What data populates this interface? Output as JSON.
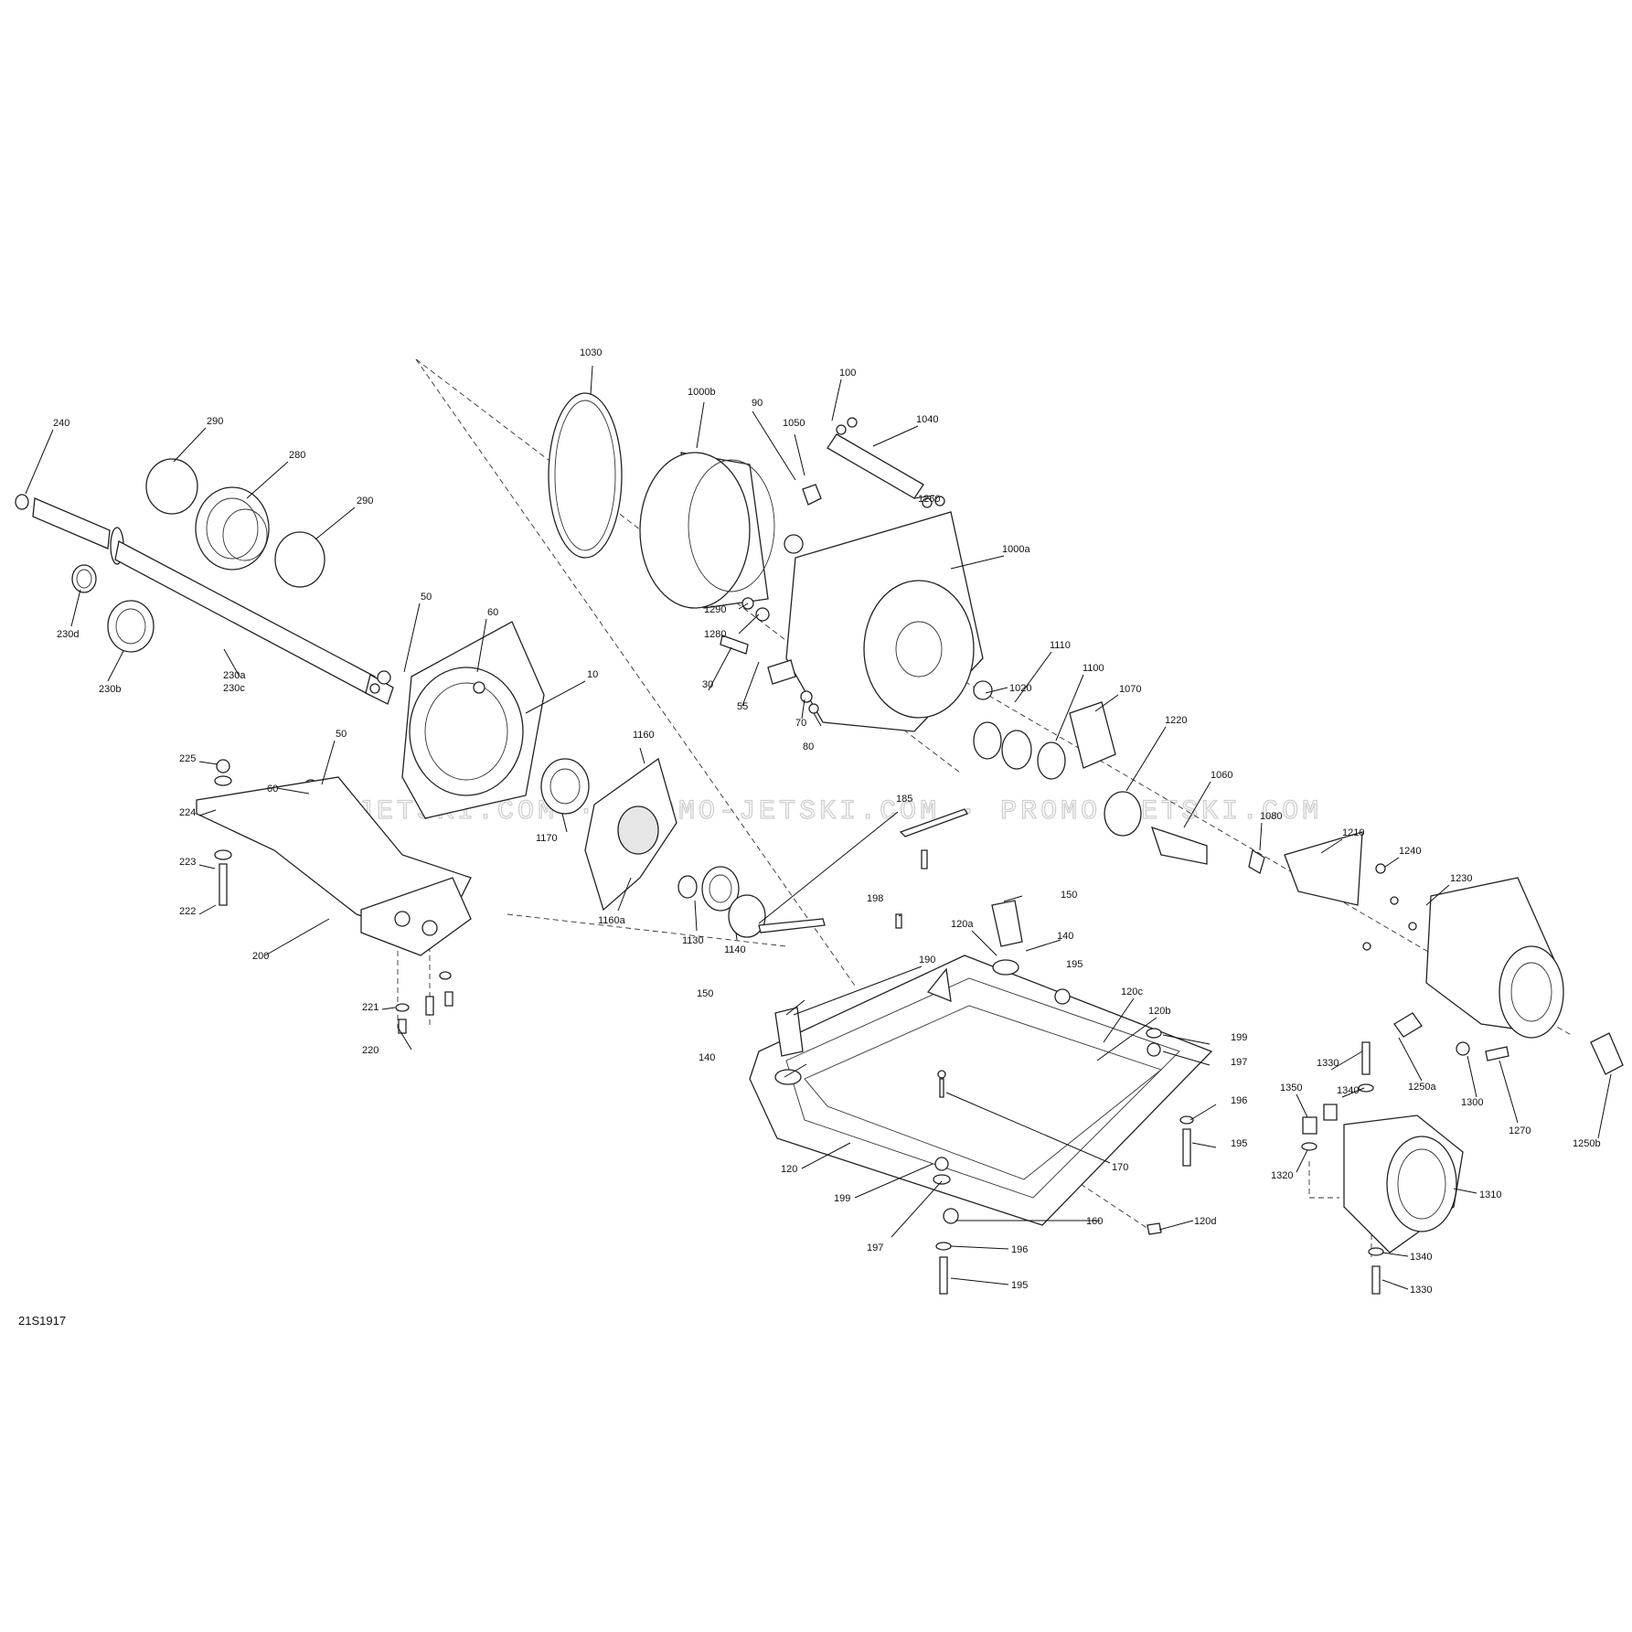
{
  "diagram": {
    "drawing_code": "21S1917",
    "watermark": "JETSKI.COM · PROMO-JETSKI.COM · PROMO-JETSKI.COM",
    "callouts": [
      {
        "id": "240",
        "text": "240"
      },
      {
        "id": "290a",
        "text": "290"
      },
      {
        "id": "280",
        "text": "280"
      },
      {
        "id": "290b",
        "text": "290"
      },
      {
        "id": "230d",
        "text": "230d"
      },
      {
        "id": "230b",
        "text": "230b"
      },
      {
        "id": "230a",
        "text": "230a"
      },
      {
        "id": "230c",
        "text": "230c"
      },
      {
        "id": "50a",
        "text": "50"
      },
      {
        "id": "60a",
        "text": "60"
      },
      {
        "id": "10",
        "text": "10"
      },
      {
        "id": "50b",
        "text": "50"
      },
      {
        "id": "60b",
        "text": "60"
      },
      {
        "id": "225",
        "text": "225"
      },
      {
        "id": "224",
        "text": "224"
      },
      {
        "id": "223",
        "text": "223"
      },
      {
        "id": "222",
        "text": "222"
      },
      {
        "id": "200",
        "text": "200"
      },
      {
        "id": "221",
        "text": "221"
      },
      {
        "id": "220",
        "text": "220"
      },
      {
        "id": "1030",
        "text": "1030"
      },
      {
        "id": "1000b",
        "text": "1000b"
      },
      {
        "id": "90",
        "text": "90"
      },
      {
        "id": "1050",
        "text": "1050"
      },
      {
        "id": "100",
        "text": "100"
      },
      {
        "id": "1040",
        "text": "1040"
      },
      {
        "id": "1260",
        "text": "1260"
      },
      {
        "id": "1000a",
        "text": "1000a"
      },
      {
        "id": "1290",
        "text": "1290"
      },
      {
        "id": "1280",
        "text": "1280"
      },
      {
        "id": "30",
        "text": "30"
      },
      {
        "id": "55",
        "text": "55"
      },
      {
        "id": "70",
        "text": "70"
      },
      {
        "id": "80",
        "text": "80"
      },
      {
        "id": "1020",
        "text": "1020"
      },
      {
        "id": "1110",
        "text": "1110"
      },
      {
        "id": "1100",
        "text": "1100"
      },
      {
        "id": "1070",
        "text": "1070"
      },
      {
        "id": "1220",
        "text": "1220"
      },
      {
        "id": "1060",
        "text": "1060"
      },
      {
        "id": "1080",
        "text": "1080"
      },
      {
        "id": "1210",
        "text": "1210"
      },
      {
        "id": "1240",
        "text": "1240"
      },
      {
        "id": "1230",
        "text": "1230"
      },
      {
        "id": "1160",
        "text": "1160"
      },
      {
        "id": "1170",
        "text": "1170"
      },
      {
        "id": "1160a",
        "text": "1160a"
      },
      {
        "id": "1130",
        "text": "1130"
      },
      {
        "id": "1140",
        "text": "1140"
      },
      {
        "id": "185",
        "text": "185"
      },
      {
        "id": "198",
        "text": "198"
      },
      {
        "id": "120a",
        "text": "120a"
      },
      {
        "id": "150a",
        "text": "150"
      },
      {
        "id": "140a",
        "text": "140"
      },
      {
        "id": "195a",
        "text": "195"
      },
      {
        "id": "190",
        "text": "190"
      },
      {
        "id": "120c",
        "text": "120c"
      },
      {
        "id": "120b",
        "text": "120b"
      },
      {
        "id": "199a",
        "text": "199"
      },
      {
        "id": "197a",
        "text": "197"
      },
      {
        "id": "150b",
        "text": "150"
      },
      {
        "id": "140b",
        "text": "140"
      },
      {
        "id": "196a",
        "text": "196"
      },
      {
        "id": "195b",
        "text": "195"
      },
      {
        "id": "170",
        "text": "170"
      },
      {
        "id": "120",
        "text": "120"
      },
      {
        "id": "199b",
        "text": "199"
      },
      {
        "id": "197b",
        "text": "197"
      },
      {
        "id": "160",
        "text": "160"
      },
      {
        "id": "120d",
        "text": "120d"
      },
      {
        "id": "196b",
        "text": "196"
      },
      {
        "id": "195c",
        "text": "195"
      },
      {
        "id": "1330a",
        "text": "1330"
      },
      {
        "id": "1340a",
        "text": "1340"
      },
      {
        "id": "1350",
        "text": "1350"
      },
      {
        "id": "1320",
        "text": "1320"
      },
      {
        "id": "1310",
        "text": "1310"
      },
      {
        "id": "1340b",
        "text": "1340"
      },
      {
        "id": "1330b",
        "text": "1330"
      },
      {
        "id": "1250a",
        "text": "1250a"
      },
      {
        "id": "1300",
        "text": "1300"
      },
      {
        "id": "1270",
        "text": "1270"
      },
      {
        "id": "1250b",
        "text": "1250b"
      }
    ]
  }
}
